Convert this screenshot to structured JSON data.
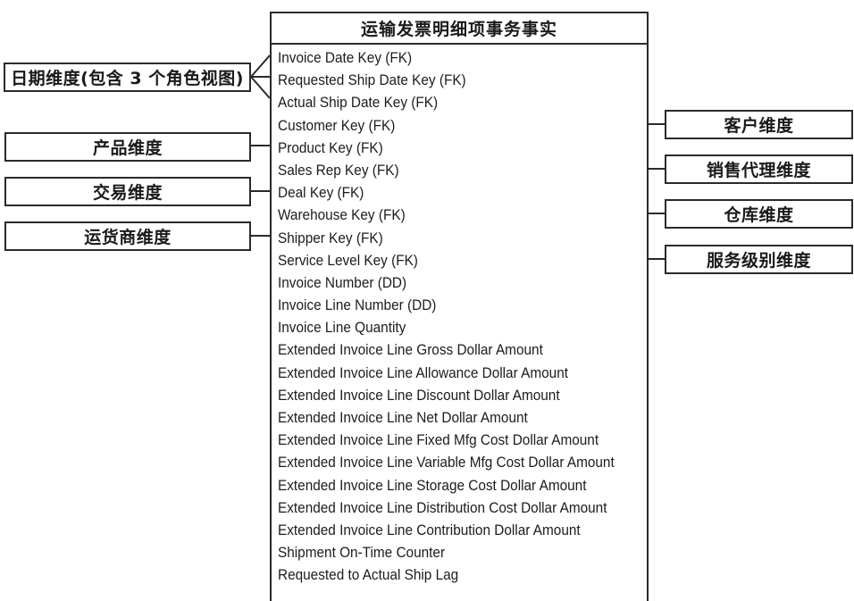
{
  "fact_table": {
    "title": "运输发票明细项事务事实",
    "attributes": [
      "Invoice Date Key (FK)",
      "Requested Ship Date Key (FK)",
      "Actual Ship Date Key (FK)",
      "Customer Key (FK)",
      "Product Key (FK)",
      "Sales Rep Key (FK)",
      "Deal Key (FK)",
      "Warehouse Key (FK)",
      "Shipper Key (FK)",
      "Service Level Key (FK)",
      "Invoice Number (DD)",
      "Invoice Line Number (DD)",
      "Invoice Line Quantity",
      "Extended Invoice Line Gross Dollar Amount",
      "Extended Invoice Line Allowance Dollar Amount",
      "Extended Invoice Line Discount Dollar Amount",
      "Extended Invoice Line Net Dollar Amount",
      "Extended Invoice Line Fixed Mfg Cost Dollar Amount",
      "Extended Invoice Line Variable Mfg Cost Dollar Amount",
      "Extended Invoice Line Storage Cost Dollar Amount",
      "Extended Invoice Line Distribution Cost Dollar Amount",
      "Extended Invoice Line Contribution Dollar Amount",
      "Shipment On-Time Counter",
      "Requested to Actual Ship Lag"
    ]
  },
  "left_dimensions": [
    {
      "label": "日期维度(包含 3 个角色视图)",
      "links_to": [
        "Invoice Date Key (FK)",
        "Requested Ship Date Key (FK)",
        "Actual Ship Date Key (FK)"
      ]
    },
    {
      "label": "产品维度",
      "links_to": [
        "Product Key (FK)"
      ]
    },
    {
      "label": "交易维度",
      "links_to": [
        "Deal Key (FK)"
      ]
    },
    {
      "label": "运货商维度",
      "links_to": [
        "Shipper Key (FK)"
      ]
    }
  ],
  "right_dimensions": [
    {
      "label": "客户维度",
      "links_to": [
        "Customer Key (FK)"
      ]
    },
    {
      "label": "销售代理维度",
      "links_to": [
        "Sales Rep Key (FK)"
      ]
    },
    {
      "label": "仓库维度",
      "links_to": [
        "Warehouse Key (FK)"
      ]
    },
    {
      "label": "服务级别维度",
      "links_to": [
        "Service Level Key (FK)"
      ]
    }
  ],
  "colors": {
    "line": "#2a2a2a",
    "background": "#ffffff",
    "text": "#1a1a1a"
  }
}
